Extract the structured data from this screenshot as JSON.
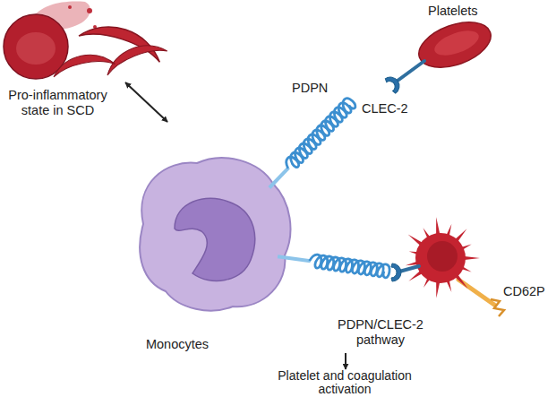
{
  "diagram": {
    "nodes": [
      {
        "text": [
          "Pro-inflammatory state in SCD"
        ]
      },
      {
        "text": [
          "Monocytes"
        ]
      },
      {
        "text": [
          "Platelets",
          "CLEC-2"
        ]
      },
      {
        "text": [
          "CD62P"
        ]
      },
      {
        "text": [
          "PDPN/CLEC-2 pathway"
        ]
      },
      {
        "text": [
          "Platelet and coagulation activation"
        ]
      }
    ],
    "edges": [
      {
        "from": 0,
        "to": 1,
        "arrow": "both"
      },
      {
        "from": 4,
        "to": 5,
        "arrow": "to"
      }
    ],
    "labels": [
      "PDPN"
    ]
  }
}
